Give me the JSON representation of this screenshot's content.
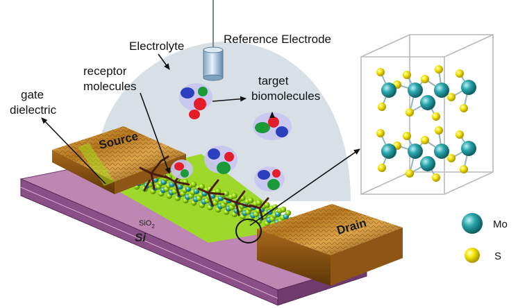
{
  "labels": {
    "reference_electrode": "Reference Electrode",
    "electrolyte": "Electrolyte",
    "receptor_line1": "receptor",
    "receptor_line2": "molecules",
    "target_line1": "target",
    "target_line2": "biomolecules",
    "gate_line1": "gate",
    "gate_line2": "dielectric",
    "source": "Source",
    "drain": "Drain",
    "sio2": "SiO",
    "sio2_sub": "2",
    "si": "Si"
  },
  "legend": {
    "items": [
      {
        "label": "Mo",
        "color": "#2aa6ad"
      },
      {
        "label": "S",
        "color": "#f5e400"
      }
    ]
  },
  "colors": {
    "substrate_top": "#c08ab6",
    "substrate_side": "#8a4f86",
    "electrolyte": "#d6dde4",
    "mos2_green": "#8fd400",
    "mos2_teal": "#2aa6ad",
    "sulfur": "#f5e400",
    "gold": "#c98a2a"
  }
}
